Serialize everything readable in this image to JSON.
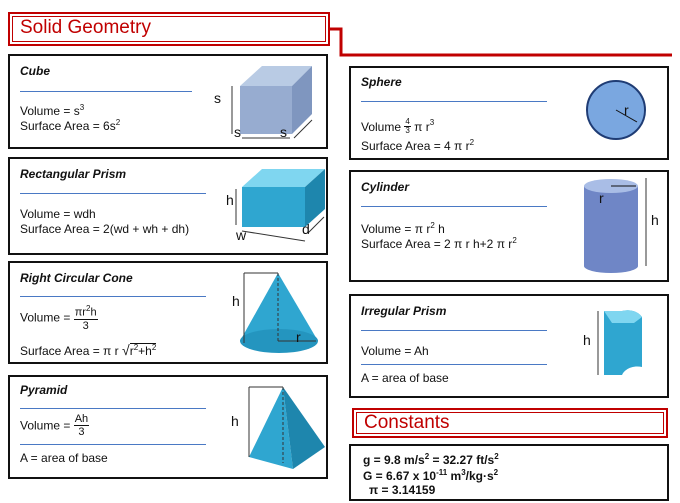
{
  "header": {
    "title": "Solid Geometry",
    "constants_title": "Constants"
  },
  "cube": {
    "title": "Cube",
    "volume": "Volume = s",
    "volume_exp": "3",
    "surface": "Surface Area = 6s",
    "surface_exp": "2",
    "label_s": "s"
  },
  "rect_prism": {
    "title": "Rectangular Prism",
    "volume": "Volume = wdh",
    "surface": "Surface Area = 2(wd + wh + dh)",
    "label_h": "h",
    "label_w": "w",
    "label_d": "d"
  },
  "cone": {
    "title": "Right Circular Cone",
    "volume_prefix": "Volume =",
    "volume_num": "πr",
    "volume_num_exp": "2",
    "volume_num_tail": "h",
    "volume_den": "3",
    "surface_prefix": "Surface Area = π r",
    "surface_radicand": "r",
    "surface_radicand_exp": "2",
    "surface_radicand_tail": "+h",
    "surface_radicand_tail_exp": "2",
    "label_h": "h",
    "label_r": "r"
  },
  "pyramid": {
    "title": "Pyramid",
    "volume_prefix": "Volume =",
    "volume_num": "Ah",
    "volume_den": "3",
    "base_note": "A = area of base",
    "label_h": "h"
  },
  "sphere": {
    "title": "Sphere",
    "volume_prefix": "Volume",
    "volume_frac_num": "4",
    "volume_frac_den": "3",
    "volume_tail": "π r",
    "volume_exp": "3",
    "surface": "Surface Area = 4 π r",
    "surface_exp": "2",
    "label_r": "r"
  },
  "cylinder": {
    "title": "Cylinder",
    "volume": "Volume =  π r",
    "volume_exp": "2",
    "volume_tail": "h",
    "surface": "Surface Area = 2 π r h+2 π r",
    "surface_exp": "2",
    "label_r": "r",
    "label_h": "h"
  },
  "irregular": {
    "title": "Irregular Prism",
    "volume": "Volume = Ah",
    "base_note": "A = area of base",
    "label_h": "h"
  },
  "constants": {
    "g_line": "g = 9.8 m/s",
    "g_exp": "2",
    "g_alt": " = 32.27 ft/s",
    "g_alt_exp": "2",
    "G_line": "G = 6.67 x 10",
    "G_exp": "-11",
    "G_unit": " m",
    "G_unit_exp": "3",
    "G_unit_tail": "/kg·s",
    "G_unit_tail_exp": "2",
    "pi_line": "π = 3.14159"
  },
  "colors": {
    "accent": "#c00000",
    "rule": "#4a79c4",
    "shape_blue": "#2fa6d0",
    "sphere_blue": "#7aa7e0",
    "cylinder_blue": "#6f86c6"
  }
}
